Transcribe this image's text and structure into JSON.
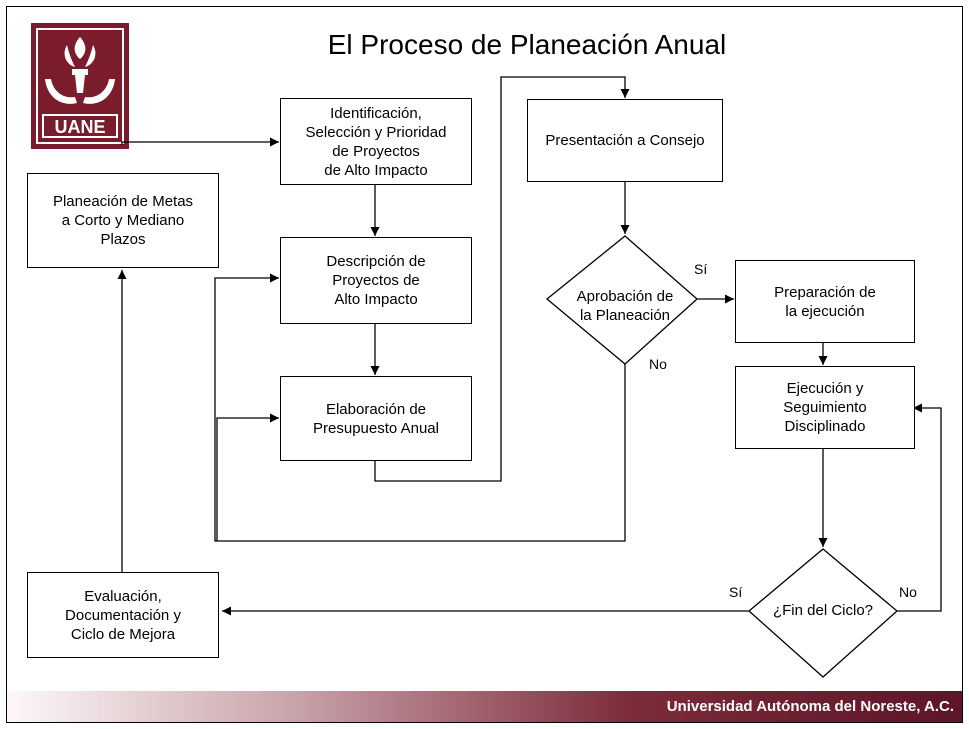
{
  "header": {
    "title": "El Proceso de Planeación Anual"
  },
  "logo": {
    "text": "UANE",
    "colors": {
      "background": "#7a1c2b",
      "emblem": "#ffffff"
    }
  },
  "nodes": {
    "planeacion_metas": "Planeación de Metas\na Corto y Mediano\nPlazos",
    "identificacion": "Identificación,\nSelección y Prioridad\nde Proyectos\nde Alto Impacto",
    "descripcion": "Descripción de\nProyectos de\nAlto Impacto",
    "elaboracion": "Elaboración de\nPresupuesto Anual",
    "presentacion": "Presentación a Consejo",
    "aprobacion": "Aprobación de\nla Planeación",
    "preparacion": "Preparación de\nla ejecución",
    "ejecucion": "Ejecución y\nSeguimiento\nDisciplinado",
    "fin_ciclo": "¿Fin del Ciclo?",
    "evaluacion": "Evaluación,\nDocumentación y\nCiclo de Mejora"
  },
  "labels": {
    "si_aprobacion": "Sí",
    "no_aprobacion": "No",
    "si_fin": "Sí",
    "no_fin": "No"
  },
  "footer": {
    "text": "Universidad Autónoma del Noreste, A.C."
  },
  "colors": {
    "brand": "#7a1c2b",
    "footer_dark": "#5e1527"
  }
}
